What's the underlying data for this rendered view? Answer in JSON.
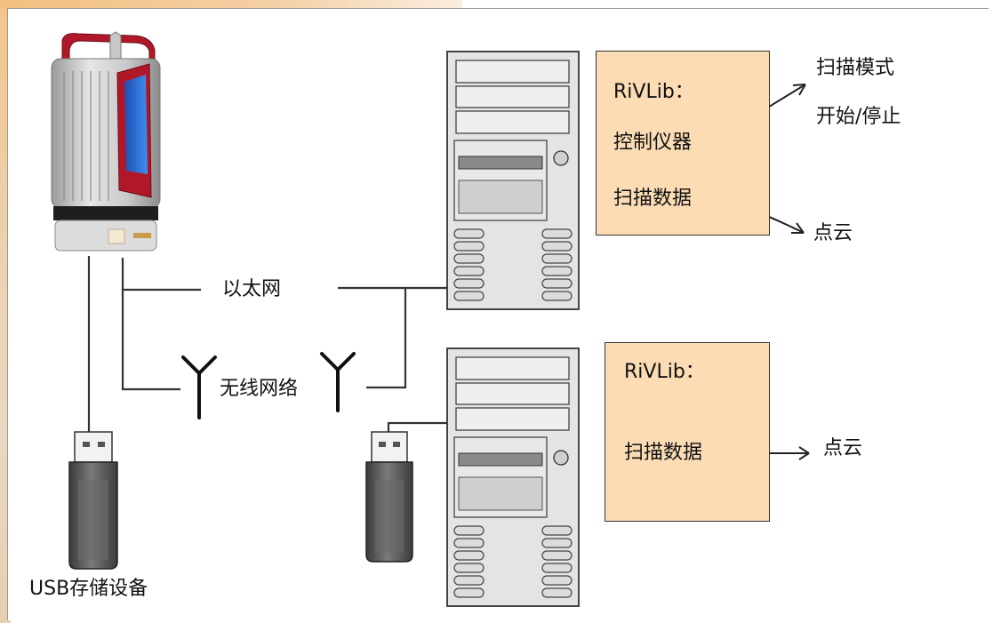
{
  "labels": {
    "ethernet": "以太网",
    "wireless": "无线网络",
    "usb_storage": "USB存储设备"
  },
  "top_box": {
    "title": "RiVLib：",
    "control": "控制仪器",
    "scan_data": "扫描数据"
  },
  "top_outputs": {
    "scan_mode": "扫描模式",
    "start_stop": "开始/停止",
    "point_cloud": "点云"
  },
  "bottom_box": {
    "title": "RiVLib：",
    "scan_data": "扫描数据"
  },
  "bottom_outputs": {
    "point_cloud": "点云"
  },
  "colors": {
    "box_fill": "#fbdcb5",
    "scanner_red": "#b0182a",
    "scanner_window": "#2f6fd8",
    "pc_gray": "#d9d9d9"
  },
  "icons": [
    "laser-scanner-icon",
    "tower-pc-icon",
    "usb-drive-icon",
    "antenna-icon",
    "arrow-icon"
  ]
}
